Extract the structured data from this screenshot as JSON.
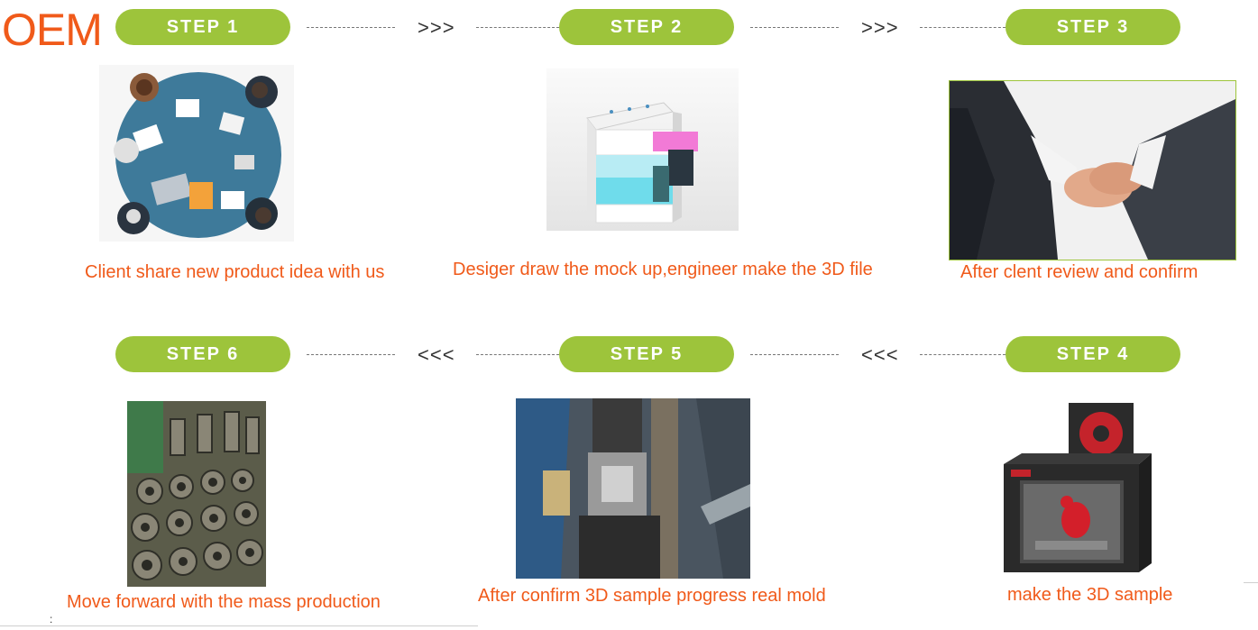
{
  "brand": {
    "title": "OEM"
  },
  "colors": {
    "accent": "#9dc43b",
    "caption": "#f05a1a"
  },
  "steps": [
    {
      "label": "STEP 1",
      "caption": "Client share new product idea with us"
    },
    {
      "label": "STEP 2",
      "caption": "Desiger draw the mock up,engineer make the 3D file"
    },
    {
      "label": "STEP 3",
      "caption": "After clent review and confirm"
    },
    {
      "label": "STEP 4",
      "caption": "make the 3D sample"
    },
    {
      "label": "STEP 5",
      "caption": "After confirm 3D sample progress real mold"
    },
    {
      "label": "STEP 6",
      "caption": "Move forward with the mass production"
    }
  ],
  "connectors": {
    "forward": ">>>",
    "back": "<<<"
  },
  "footnote": ":"
}
